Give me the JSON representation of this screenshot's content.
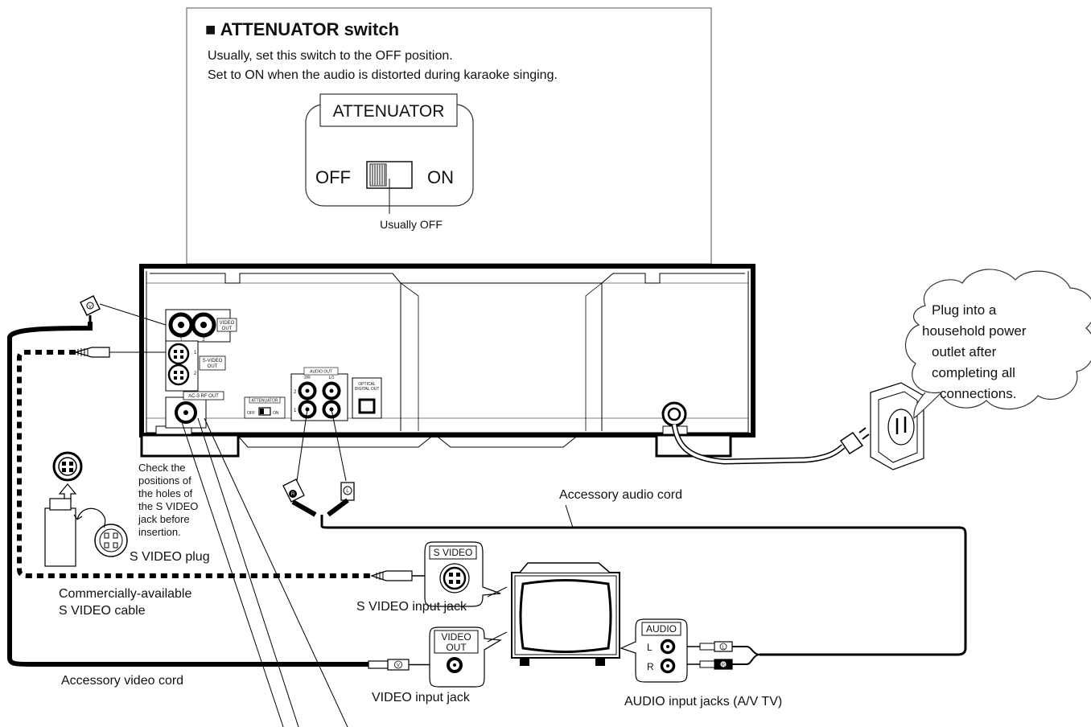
{
  "callout": {
    "title": "■ ATTENUATOR switch",
    "line1": "Usually, set this switch to the OFF position.",
    "line2": "Set to ON when the audio is distorted during karaoke singing.",
    "switch_label": "ATTENUATOR",
    "off": "OFF",
    "on": "ON",
    "usually_off": "Usually OFF"
  },
  "panel": {
    "video_out": [
      "VIDEO",
      "OUT"
    ],
    "svideo_out": [
      "S-VIDEO",
      "OUT"
    ],
    "jack_num_1": "1",
    "jack_num_2": "2",
    "ac3": "AC-3 RF OUT",
    "attenuator": "ATTENUATOR",
    "att_off": "OFF",
    "att_on": "ON",
    "audio_out": "AUDIO OUT",
    "audio_r": "2/R",
    "audio_l": "L/1",
    "optical": [
      "OPTICAL",
      "DIGITAL OUT"
    ]
  },
  "cloud_text": [
    "Plug into a",
    "household power",
    "outlet after",
    "completing all",
    "connections."
  ],
  "svideo_note": [
    "Check the",
    "positions of",
    "the holes of",
    "the S VIDEO",
    "jack before",
    "insertion."
  ],
  "svideo_plug": "S VIDEO plug",
  "svideo_cable": [
    "Commercially-available",
    "S VIDEO cable"
  ],
  "video_cord": "Accessory video cord",
  "audio_cord": "Accessory audio cord",
  "svideo_box": "S VIDEO",
  "svideo_input": "S VIDEO input jack",
  "video_box": [
    "VIDEO",
    "OUT"
  ],
  "video_input": "VIDEO input jack",
  "audio_box": "AUDIO",
  "audio_L": "L",
  "audio_R": "R",
  "audio_input": "AUDIO input jacks (A/V TV)",
  "plug_letters": {
    "video": "V",
    "left": "L",
    "right": "R"
  }
}
